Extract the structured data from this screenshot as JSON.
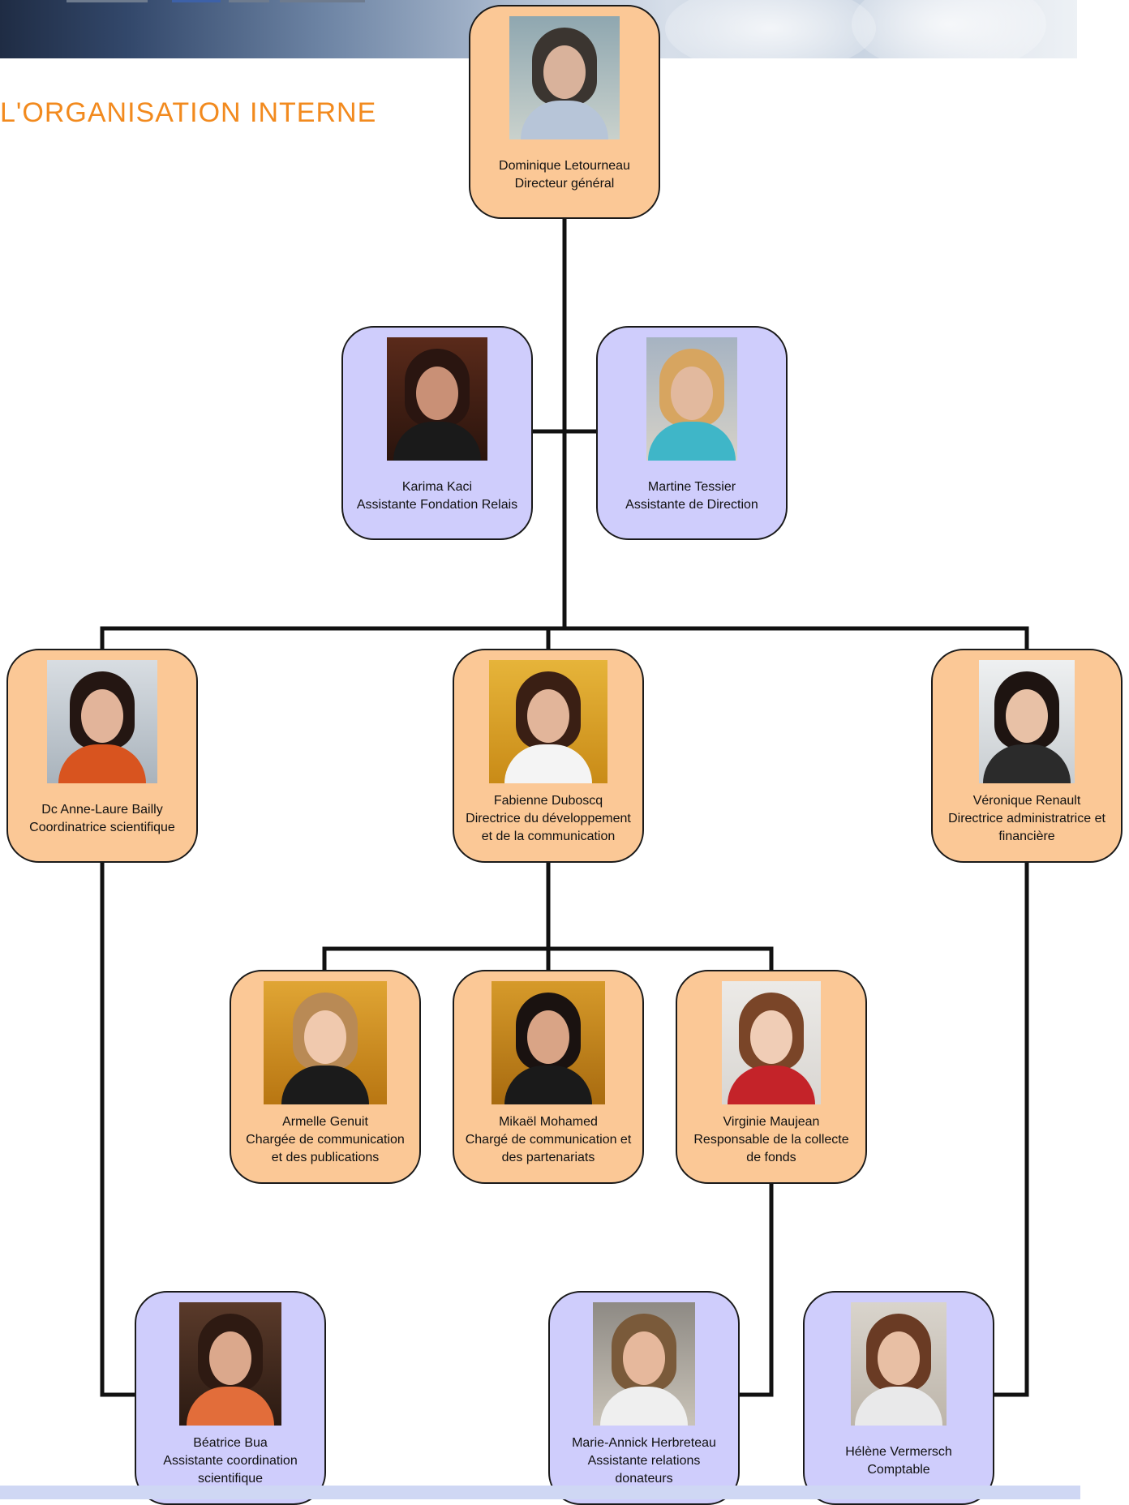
{
  "page": {
    "title": "L'ORGANISATION INTERNE"
  },
  "colors": {
    "title": "#f28a1e",
    "box_orange": "#fbc896",
    "box_purple": "#cfcdfc",
    "connector": "#111111",
    "footer_bar": "#cfd7f4"
  },
  "nodes": {
    "letourneau": {
      "name": "Dominique Letourneau",
      "role": "Directeur général"
    },
    "kaci": {
      "name": "Karima Kaci",
      "role": "Assistante Fondation Relais"
    },
    "tessier": {
      "name": "Martine Tessier",
      "role": "Assistante de Direction"
    },
    "bailly": {
      "name": "Dc Anne-Laure Bailly",
      "role": "Coordinatrice scientifique"
    },
    "duboscq": {
      "name": "Fabienne Duboscq",
      "role": "Directrice du développement et de la communication"
    },
    "renault": {
      "name": "Véronique Renault",
      "role": "Directrice administratrice et financière"
    },
    "genuit": {
      "name": "Armelle Genuit",
      "role": "Chargée de communication et des publications"
    },
    "mohamed": {
      "name": "Mikaël Mohamed",
      "role": "Chargé de communication et des partenariats"
    },
    "maujean": {
      "name": "Virginie Maujean",
      "role": "Responsable de la collecte de fonds"
    },
    "bua": {
      "name": "Béatrice Bua",
      "role": "Assistante coordination scientifique"
    },
    "herbreteau": {
      "name": "Marie-Annick Herbreteau",
      "role": "Assistante relations donateurs"
    },
    "vermersch": {
      "name": "Hélène Vermersch",
      "role": "Comptable"
    }
  }
}
